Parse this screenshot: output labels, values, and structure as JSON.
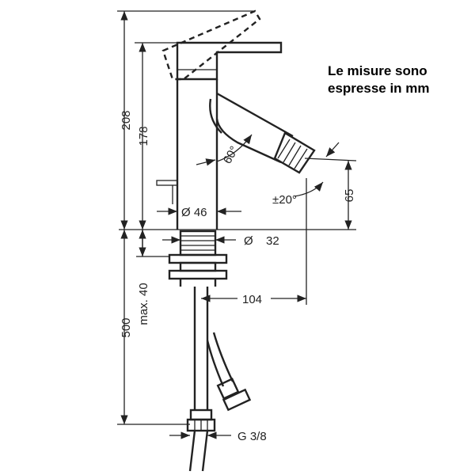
{
  "note": {
    "line1": "Le misure sono",
    "line2": "espresse in mm"
  },
  "dimensions": {
    "overall_height": "208",
    "spout_height": "178",
    "body_diameter": "Ø 46",
    "shank_diameter_symbol": "Ø",
    "shank_diameter_value": "32",
    "spout_angle": "60°",
    "swivel_angle": "±20°",
    "outlet_height": "65",
    "max_thickness": "max. 40",
    "hose_length": "500",
    "projection": "104",
    "thread": "G 3/8"
  }
}
